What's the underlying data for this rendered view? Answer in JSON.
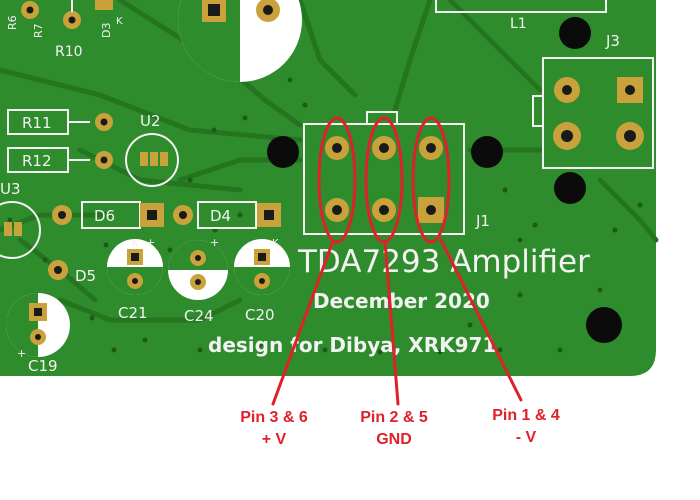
{
  "board": {
    "title": "TDA7293 Amplifier",
    "date": "December 2020",
    "credit": "design for Dibya, XRK971",
    "colors": {
      "pcb": "#2f8c2c",
      "pcb_dark": "#25741f",
      "copper": "#c9a23c",
      "silkscreen": "#f2f2f2",
      "annotation": "#e0202a"
    }
  },
  "refdes": {
    "r10": "R10",
    "r11": "R11",
    "r12": "R12",
    "u2": "U2",
    "u3": "U3",
    "d6": "D6",
    "d4": "D4",
    "d5": "D5",
    "c21": "C21",
    "c24": "C24",
    "c20": "C20",
    "c19": "C19",
    "j1": "J1",
    "j3": "J3",
    "l1": "L1",
    "r7": "R7",
    "d3": "D3",
    "k1": "K",
    "k2": "K",
    "k3": "K",
    "plus1": "+",
    "plus2": "+",
    "plus3": "+"
  },
  "annotations": [
    {
      "line1": "Pin 3 & 6",
      "line2": "+ V"
    },
    {
      "line1": "Pin 2 & 5",
      "line2": "GND"
    },
    {
      "line1": "Pin 1 & 4",
      "line2": "- V"
    }
  ]
}
